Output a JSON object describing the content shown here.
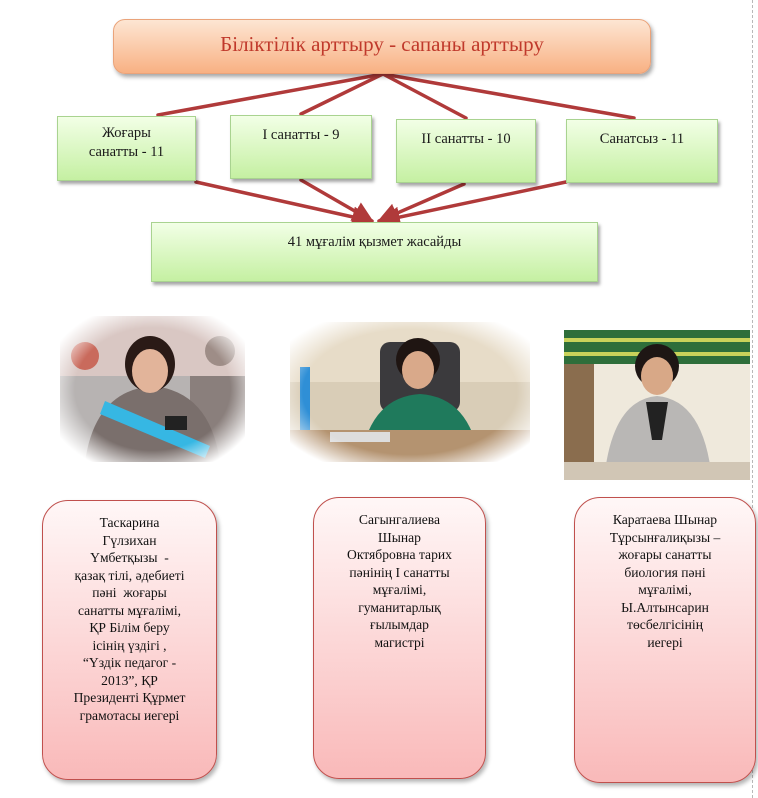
{
  "title": "Біліктілік арттыру -  сапаны арттыру",
  "categories": [
    {
      "lines": [
        "Жоғары",
        "санатты - 11"
      ]
    },
    {
      "lines": [
        "І санатты - 9"
      ]
    },
    {
      "lines": [
        "ІІ санатты - 10"
      ]
    },
    {
      "lines": [
        "Санатсыз - 11"
      ]
    }
  ],
  "summary": "41 мұғалім қызмет жасайды",
  "colors": {
    "title_text": "#c0392b",
    "connector": "#b03a3a",
    "category_fill": "#c5f0a2",
    "bio_border": "#c0504d",
    "bio_fill": "#f9b9b9"
  },
  "photos": [
    {
      "icon": "teacher-photo-award-ribbon"
    },
    {
      "icon": "teacher-photo-at-desk-green"
    },
    {
      "icon": "teacher-photo-at-desk-gray"
    }
  ],
  "teachers": [
    {
      "lines": [
        "Таскарина",
        "Гүлзихан",
        "Үмбетқызы  -",
        "қазақ тілі, әдебиеті",
        "пәні  жоғары",
        "санатты мұғалімі,",
        "ҚР Білім беру",
        "ісінің үздігі ,",
        "“Үздік педагог -",
        "2013”, ҚР",
        "Президенті Құрмет",
        "грамотасы иегері"
      ]
    },
    {
      "lines": [
        "Сагынгалиева",
        "Шынар",
        "Октябровна тарих",
        "пәнінің І санатты",
        "мұғалімі,",
        "гуманитарлық",
        "ғылымдар",
        "магистрі"
      ]
    },
    {
      "lines": [
        "Каратаева Шынар",
        "Тұрсынғалиқызы –",
        "жоғары санатты",
        "биология пәні",
        "мұғалімі,",
        "Ы.Алтынсарин",
        "төсбелгісінің",
        "иегері"
      ]
    }
  ]
}
